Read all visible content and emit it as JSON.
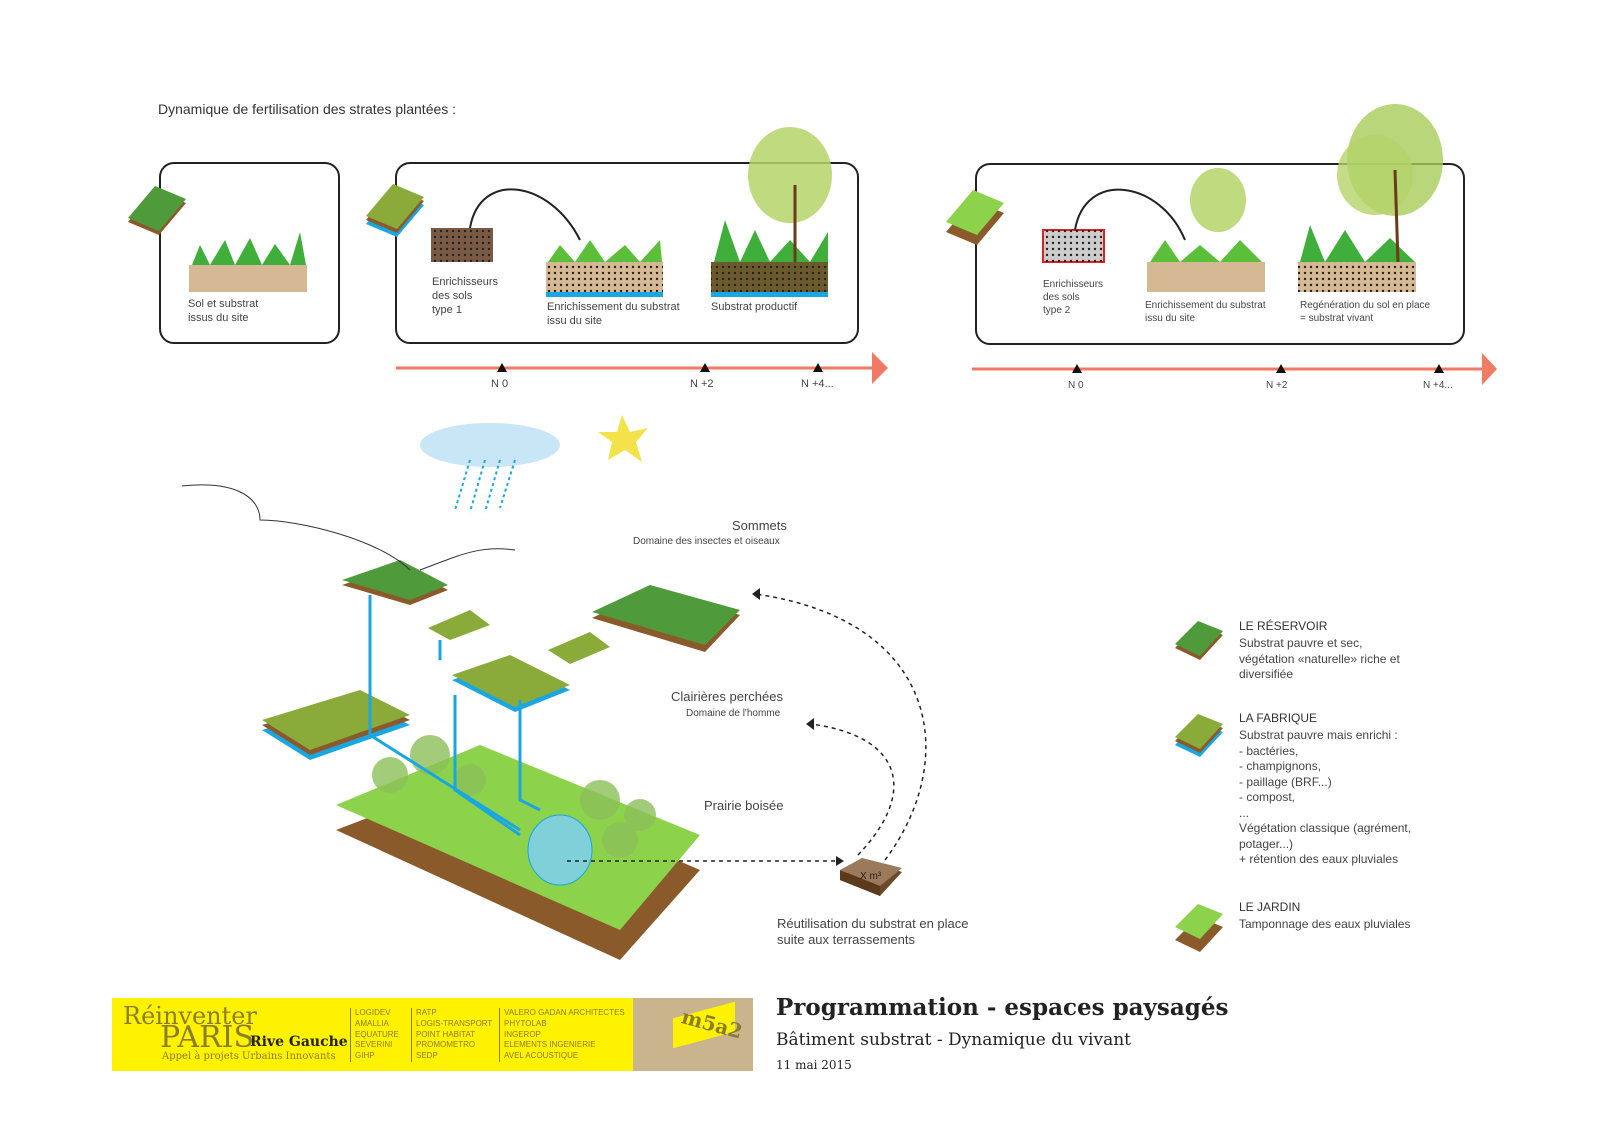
{
  "heading": "Dynamique de fertilisation des strates plantées :",
  "panel1": {
    "label": "Sol et substrat\nissus du site"
  },
  "panel2": {
    "enrich": "Enrichisseurs\ndes sols\ntype 1",
    "step1": "Enrichissement du substrat\nissu du site",
    "step2": "Substrat productif"
  },
  "panel3": {
    "enrich": "Enrichisseurs\ndes sols\ntype 2",
    "step1": "Enrichissement du substrat\nissu du site",
    "step2": "Regénération du sol en place\n= substrat vivant"
  },
  "timeline1": [
    "N 0",
    "N +2",
    "N +4..."
  ],
  "timeline2": [
    "N 0",
    "N +2",
    "N +4..."
  ],
  "diagram": {
    "sommets": "Sommets",
    "sommets_sub": "Domaine des insectes et oiseaux",
    "clairieres": "Clairières perchées",
    "clairieres_sub": "Domaine de l'homme",
    "prairie": "Prairie boisée",
    "volume": "X m³",
    "reuse": "Réutilisation du substrat en place\nsuite aux terrassements"
  },
  "legend": [
    {
      "title": "LE RÉSERVOIR",
      "text": "Substrat pauvre et sec,\nvégétation «naturelle» riche et\ndiversifiée"
    },
    {
      "title": "LA FABRIQUE",
      "text": "Substrat pauvre mais enrichi :\n- bactéries,\n- champignons,\n- paillage (BRF...)\n- compost,\n...\nVégétation classique (agrément,\npotager...)\n+ rétention des eaux pluviales"
    },
    {
      "title": "LE JARDIN",
      "text": "Tamponnage des eaux pluviales"
    }
  ],
  "footer": {
    "brand1": "Réinventer",
    "brand2": "PARIS",
    "brand3": "Rive Gauche",
    "brand_sub": "Appel à projets Urbains Innovants",
    "col1": "LOGIDEV\nAMALLIA\nEQUATURE\nSEVERINI\nGIHP",
    "col2": "RATP\nLOGIS-TRANSPORT\nPOINT HABITAT\nPROMOMETRO\nSEDP",
    "col3": "VALERO GADAN ARCHITECTES\nPHYTOLAB\nINGEROP\nELEMENTS INGENIERIE\nAVEL ACOUSTIQUE",
    "logo": "m5a2",
    "title": "Programmation - espaces paysagés",
    "subtitle": "Bâtiment substrat - Dynamique du vivant",
    "date": "11 mai 2015"
  }
}
